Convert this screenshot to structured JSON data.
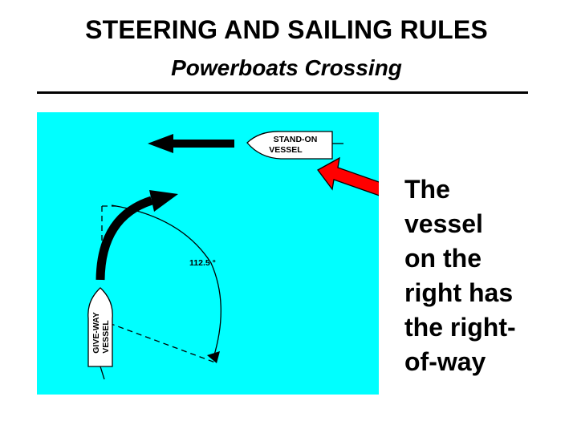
{
  "header": {
    "title": "STEERING AND SAILING RULES",
    "subtitle": "Powerboats Crossing"
  },
  "diagram": {
    "water_color": "#00ffff",
    "pointer_arrow_color": "#ff0000",
    "stand_on_vessel": {
      "label_line1": "STAND-ON",
      "label_line2": "VESSEL"
    },
    "give_way_vessel": {
      "label_line1": "GIVE-WAY",
      "label_line2": "VESSEL"
    },
    "angle_label": "112.5 °"
  },
  "caption": {
    "lines": [
      "The",
      "vessel",
      "on the",
      "right has",
      "the right-",
      "of-way"
    ]
  }
}
